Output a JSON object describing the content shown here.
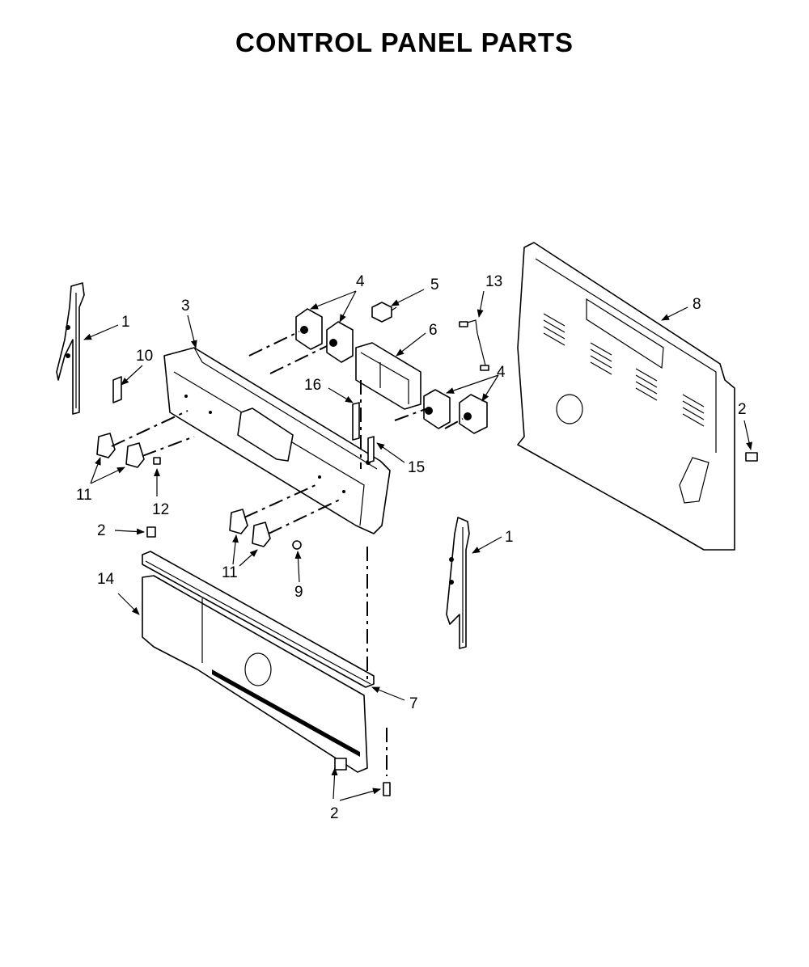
{
  "title": "CONTROL PANEL PARTS",
  "callouts": [
    {
      "id": "c1a",
      "label": "1"
    },
    {
      "id": "c1b",
      "label": "1"
    },
    {
      "id": "c2a",
      "label": "2"
    },
    {
      "id": "c2b",
      "label": "2"
    },
    {
      "id": "c2c",
      "label": "2"
    },
    {
      "id": "c3",
      "label": "3"
    },
    {
      "id": "c4a",
      "label": "4"
    },
    {
      "id": "c4b",
      "label": "4"
    },
    {
      "id": "c5",
      "label": "5"
    },
    {
      "id": "c6",
      "label": "6"
    },
    {
      "id": "c7",
      "label": "7"
    },
    {
      "id": "c8",
      "label": "8"
    },
    {
      "id": "c9",
      "label": "9"
    },
    {
      "id": "c10",
      "label": "10"
    },
    {
      "id": "c11a",
      "label": "11"
    },
    {
      "id": "c11b",
      "label": "11"
    },
    {
      "id": "c12",
      "label": "12"
    },
    {
      "id": "c13",
      "label": "13"
    },
    {
      "id": "c14",
      "label": "14"
    },
    {
      "id": "c15",
      "label": "15"
    },
    {
      "id": "c16",
      "label": "16"
    }
  ]
}
